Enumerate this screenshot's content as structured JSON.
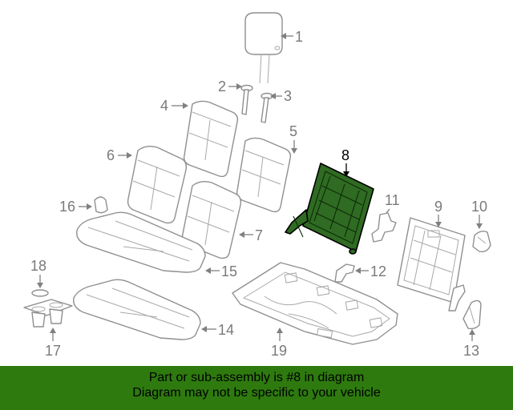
{
  "diagram": {
    "callouts": {
      "c1": "1",
      "c2": "2",
      "c3": "3",
      "c4": "4",
      "c5": "5",
      "c6": "6",
      "c7": "7",
      "c8": "8",
      "c9": "9",
      "c10": "10",
      "c11": "11",
      "c12": "12",
      "c13": "13",
      "c14": "14",
      "c15": "15",
      "c16": "16",
      "c17": "17",
      "c18": "18",
      "c19": "19"
    },
    "highlighted_part": "8",
    "highlight_color": "#2f6b22"
  },
  "banner": {
    "line1": "Part or sub-assembly is #8 in diagram",
    "line2": "Diagram may not be specific to your vehicle",
    "background": "#2e7a0f"
  }
}
